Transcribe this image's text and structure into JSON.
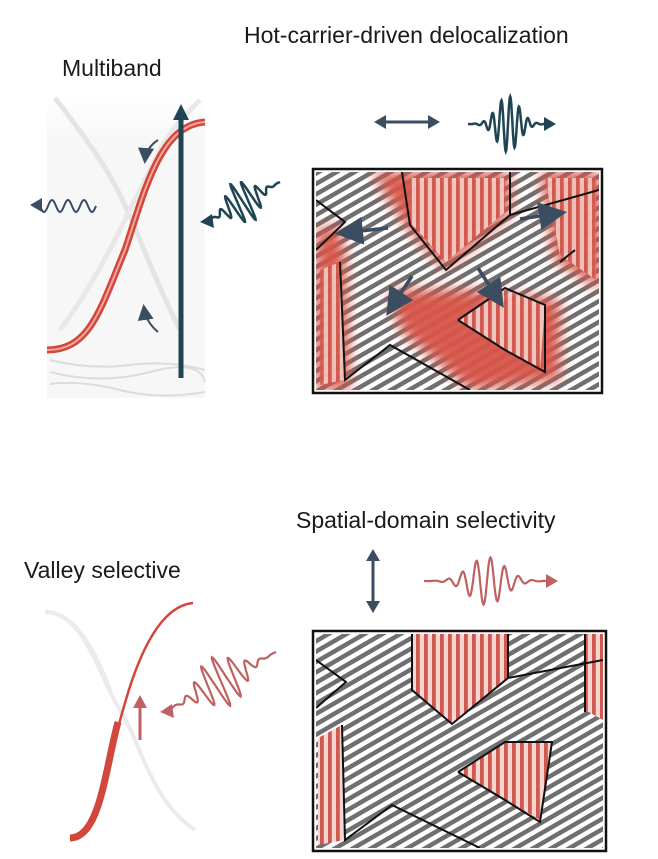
{
  "panels": {
    "multiband": {
      "label": "Multiband"
    },
    "hot_carrier": {
      "label": "Hot-carrier-driven delocalization"
    },
    "valley_selective": {
      "label": "Valley selective"
    },
    "spatial_domain": {
      "label": "Spatial-domain selectivity"
    }
  },
  "colors": {
    "navy": "#1f4554",
    "slate": "#3b4d61",
    "red": "#d2463b",
    "red_soft": "#c06161",
    "band_gray": "#e6e6e6"
  },
  "icons": [
    "wavy-arrow-icon",
    "double-arrow-icon",
    "wave-packet-icon",
    "curved-arrow-icon"
  ]
}
